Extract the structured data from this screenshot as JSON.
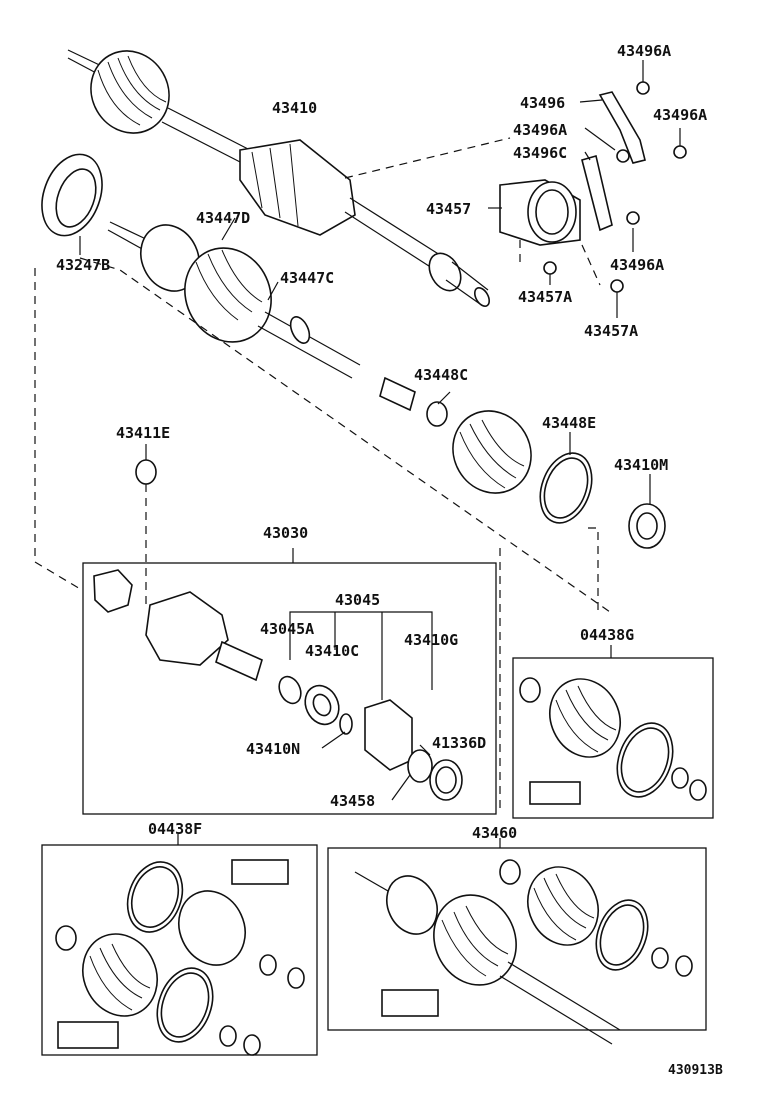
{
  "labels": {
    "p43410": "43410",
    "p43496A_1": "43496A",
    "p43496": "43496",
    "p43496A_2": "43496A",
    "p43496A_3": "43496A",
    "p43496C": "43496C",
    "p43457": "43457",
    "p43496A_4": "43496A",
    "p43457A_1": "43457A",
    "p43457A_2": "43457A",
    "p43247B": "43247B",
    "p43447D": "43447D",
    "p43447C": "43447C",
    "p43448C": "43448C",
    "p43411E": "43411E",
    "p43448E": "43448E",
    "p43410M": "43410M",
    "p43030": "43030",
    "p43045": "43045",
    "p43045A": "43045A",
    "p43410C": "43410C",
    "p43410G": "43410G",
    "p43410N": "43410N",
    "p41336D": "41336D",
    "p43458": "43458",
    "p04438G": "04438G",
    "p04438F": "04438F",
    "p43460": "43460",
    "diagram_code": "430913B"
  }
}
